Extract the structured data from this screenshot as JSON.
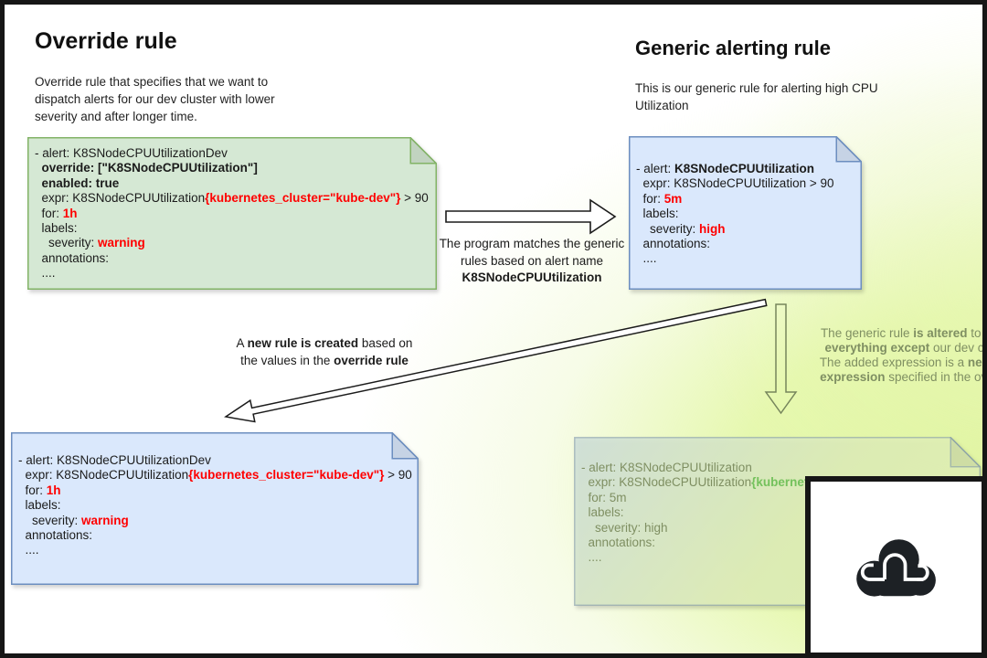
{
  "colors": {
    "accent_red": "#ff0000",
    "code_green": "#74c15c",
    "olive_text": "#7f8f62",
    "note_green_fill": "#d5e8d4",
    "note_green_border": "#82b366",
    "note_blue_fill": "#dae8fc",
    "note_blue_border": "#6c8ebf",
    "bg_glow_green": "#e3f8a8"
  },
  "headings": {
    "override": {
      "title": "Override rule",
      "description": "Override rule that specifies that we want to\ndispatch alerts for our dev cluster with lower\nseverity and after longer time."
    },
    "generic": {
      "title": "Generic alerting rule",
      "description": "This is our generic rule for alerting high CPU\nUtilization"
    }
  },
  "notes": {
    "override": {
      "lines": [
        [
          {
            "t": "- alert: K8SNodeCPUUtilizationDev",
            "s": ""
          }
        ],
        [
          {
            "t": "  override: [\"K8SNodeCPUUtilization\"]",
            "s": "b"
          }
        ],
        [
          {
            "t": "  enabled: true",
            "s": "b"
          }
        ],
        [
          {
            "t": "  expr: K8SNodeCPUUtilization",
            "s": ""
          },
          {
            "t": "{kubernetes_cluster=\"kube-dev\"}",
            "s": "rb"
          },
          {
            "t": " > 90",
            "s": ""
          }
        ],
        [
          {
            "t": "  for: ",
            "s": ""
          },
          {
            "t": "1h",
            "s": "rb"
          }
        ],
        [
          {
            "t": "  labels:",
            "s": ""
          }
        ],
        [
          {
            "t": "    severity: ",
            "s": ""
          },
          {
            "t": "warning",
            "s": "rb"
          }
        ],
        [
          {
            "t": "  annotations:",
            "s": ""
          }
        ],
        [
          {
            "t": "  ....",
            "s": ""
          }
        ]
      ]
    },
    "generic": {
      "lines": [
        [
          {
            "t": "- alert: ",
            "s": ""
          },
          {
            "t": "K8SNodeCPUUtilization",
            "s": "b"
          }
        ],
        [
          {
            "t": "  expr: K8SNodeCPUUtilization > 90",
            "s": ""
          }
        ],
        [
          {
            "t": "  for: ",
            "s": ""
          },
          {
            "t": "5m",
            "s": "rb"
          }
        ],
        [
          {
            "t": "  labels:",
            "s": ""
          }
        ],
        [
          {
            "t": "    severity: ",
            "s": ""
          },
          {
            "t": "high",
            "s": "rb"
          }
        ],
        [
          {
            "t": "  annotations:",
            "s": ""
          }
        ],
        [
          {
            "t": "  ....",
            "s": ""
          }
        ]
      ]
    },
    "new_rule": {
      "lines": [
        [
          {
            "t": "- alert: K8SNodeCPUUtilizationDev",
            "s": ""
          }
        ],
        [
          {
            "t": "  expr: K8SNodeCPUUtilization",
            "s": ""
          },
          {
            "t": "{kubernetes_cluster=\"kube-dev\"}",
            "s": "rb"
          },
          {
            "t": " > 90",
            "s": ""
          }
        ],
        [
          {
            "t": "  for: ",
            "s": ""
          },
          {
            "t": "1h",
            "s": "rb"
          }
        ],
        [
          {
            "t": "  labels:",
            "s": ""
          }
        ],
        [
          {
            "t": "    severity: ",
            "s": ""
          },
          {
            "t": "warning",
            "s": "rb"
          }
        ],
        [
          {
            "t": "  annotations:",
            "s": ""
          }
        ],
        [
          {
            "t": "  ....",
            "s": ""
          }
        ]
      ]
    },
    "altered": {
      "lines": [
        [
          {
            "t": "- alert: K8SNodeCPUUtilization",
            "s": ""
          }
        ],
        [
          {
            "t": "  expr: K8SNodeCPUUtilization",
            "s": ""
          },
          {
            "t": "{kubernete",
            "s": "gb"
          }
        ],
        [
          {
            "t": "  for: 5m",
            "s": ""
          }
        ],
        [
          {
            "t": "  labels:",
            "s": ""
          }
        ],
        [
          {
            "t": "    severity: high",
            "s": ""
          }
        ],
        [
          {
            "t": "  annotations:",
            "s": ""
          }
        ],
        [
          {
            "t": "  ....",
            "s": ""
          }
        ]
      ]
    }
  },
  "labels": {
    "match": {
      "lines": [
        [
          {
            "t": "The program matches the generic",
            "s": ""
          }
        ],
        [
          {
            "t": "rules based on alert name",
            "s": ""
          }
        ],
        [
          {
            "t": "K8SNodeCPUUtilization",
            "s": "b"
          }
        ]
      ]
    },
    "new_rule": {
      "lines": [
        [
          {
            "t": "A ",
            "s": ""
          },
          {
            "t": "new rule is created",
            "s": "b"
          },
          {
            "t": " based on",
            "s": ""
          }
        ],
        [
          {
            "t": "the values in the ",
            "s": ""
          },
          {
            "t": "override rule",
            "s": "b"
          }
        ]
      ]
    },
    "altered": {
      "lines": [
        [
          {
            "t": "The generic rule ",
            "s": ""
          },
          {
            "t": "is altered",
            "s": "b"
          },
          {
            "t": " to match",
            "s": ""
          }
        ],
        [
          {
            "t": "everything except",
            "s": "b"
          },
          {
            "t": " our dev cluster",
            "s": ""
          }
        ],
        [
          {
            "t": "The added expression is a ",
            "s": ""
          },
          {
            "t": "negation",
            "s": "b"
          }
        ],
        [
          {
            "t": "expression",
            "s": "b"
          },
          {
            "t": " specified in the override",
            "s": ""
          }
        ]
      ]
    }
  },
  "logo": {
    "name": "cloud logo"
  }
}
